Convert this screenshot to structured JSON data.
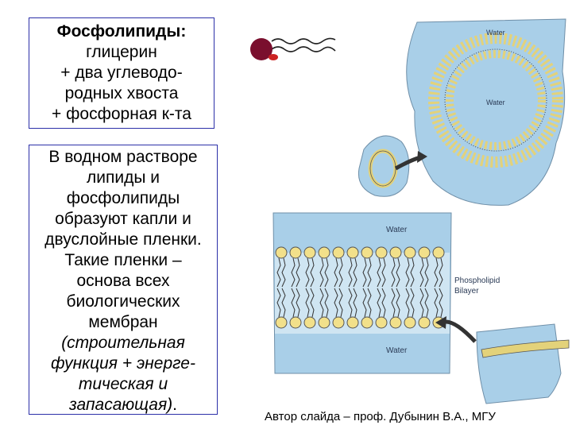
{
  "top_box": {
    "title": "Фосфолипиды:",
    "lines": [
      "глицерин",
      "+ два углеводо-",
      "родных хвоста",
      "+ фосфорная к-та"
    ]
  },
  "bottom_box": {
    "lines": [
      "В водном растворе",
      "липиды и",
      "фосфолипиды",
      "образуют капли и",
      "двуслойные пленки.",
      "Такие пленки –",
      "основа всех",
      "биологических",
      "мембран"
    ],
    "italic_lines": [
      "(строительная",
      "функция + энерге-",
      "тическая и",
      "запасающая)"
    ],
    "end_punct": "."
  },
  "figure": {
    "vesicle_water_outer": "Water",
    "vesicle_water_inner": "Water",
    "bilayer_water_top": "Water",
    "bilayer_water_bottom": "Water",
    "bilayer_label_1": "Phospholipid",
    "bilayer_label_2": "Bilayer"
  },
  "colors": {
    "border": "#2b2fa8",
    "water": "#a9cfe8",
    "head": "#f2e08a",
    "molecule_head": "#7a0f2e"
  },
  "footer": "Автор слайда – проф. Дубынин В.А., МГУ"
}
